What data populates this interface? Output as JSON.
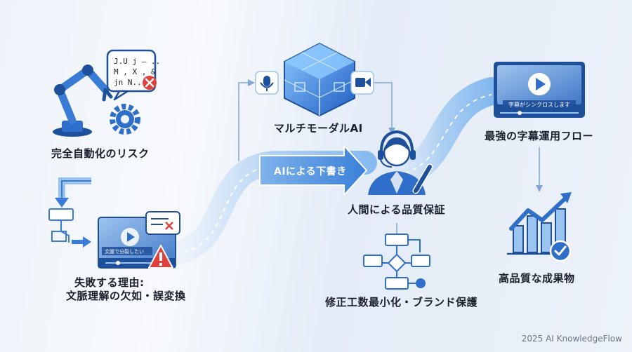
{
  "labels": {
    "risk": "完全自動化のリスク",
    "fail_line1": "失敗する理由:",
    "fail_line2": "文脈理解の欠如・誤変換",
    "multimodal": "マルチモーダルAI",
    "ai_draft": "AIによる下書き",
    "human_qa": "人間による品質保証",
    "minimize": "修正工数最小化・ブランド保護",
    "best_flow": "最強の字幕運用フロー",
    "high_quality": "高品質な成果物"
  },
  "bubble_text": {
    "line1": "J.U j – ..",
    "line2": "M , X , &",
    "line3": "jn N..."
  },
  "video_captions": {
    "left": "文脈で分裂したい",
    "right": "字幕がシンクロスします"
  },
  "copyright": "2025 AI KnowledgeFlow",
  "colors": {
    "primary_blue": "#2f6fc9",
    "dark_blue": "#1e4f9a",
    "light_blue": "#9cc4f0",
    "alert_red": "#e0403b"
  }
}
